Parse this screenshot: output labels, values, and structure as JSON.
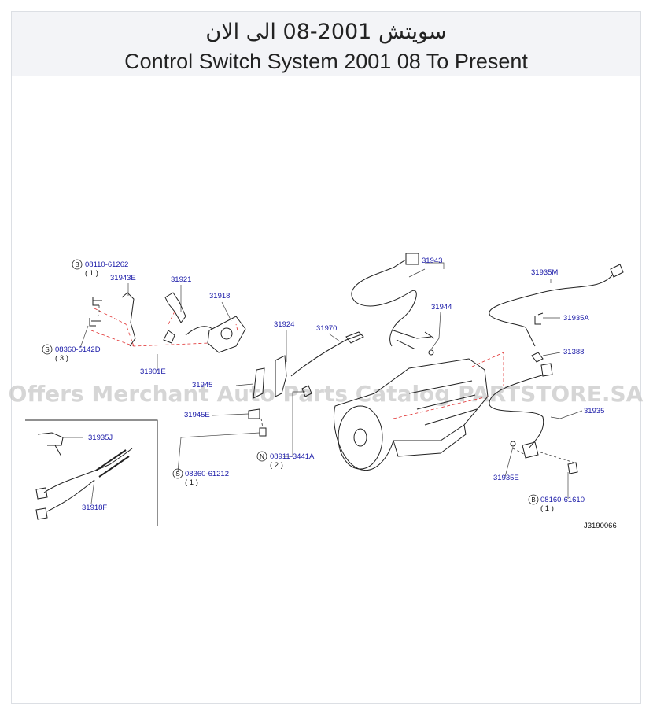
{
  "header": {
    "title_ar": "سويتش 2001-08 الى الان",
    "title_en": "Control Switch System 2001 08 To Present"
  },
  "watermark": "Offers Merchant Auto Parts Catalog PARTSTORE.SA",
  "diagram_code": "J3190066",
  "colors": {
    "label_blue": "#1a1aa8",
    "leader_red": "#e03030",
    "line": "#222222"
  },
  "parts": {
    "p_08110_61262": "08110-61262",
    "p_08110_qty": "( 1 )",
    "p_31943E": "31943E",
    "p_31921": "31921",
    "p_31918": "31918",
    "p_08360_5142D": "08360-5142D",
    "p_08360_5142D_qty": "( 3 )",
    "p_31901E": "31901E",
    "p_31924": "31924",
    "p_31970": "31970",
    "p_31943": "31943",
    "p_31944": "31944",
    "p_31935M": "31935M",
    "p_31935A": "31935A",
    "p_31388": "31388",
    "p_31945": "31945",
    "p_31945E": "31945E",
    "p_31935": "31935",
    "p_31935J": "31935J",
    "p_31918F": "31918F",
    "p_08360_61212": "08360-61212",
    "p_08360_61212_qty": "( 1 )",
    "p_08911_3441A": "08911-3441A",
    "p_08911_qty": "( 2 )",
    "p_31935E": "31935E",
    "p_08160_61610": "08160-61610",
    "p_08160_qty": "( 1 )"
  },
  "prefix_marks": {
    "b": "B",
    "s": "S",
    "n": "N"
  }
}
